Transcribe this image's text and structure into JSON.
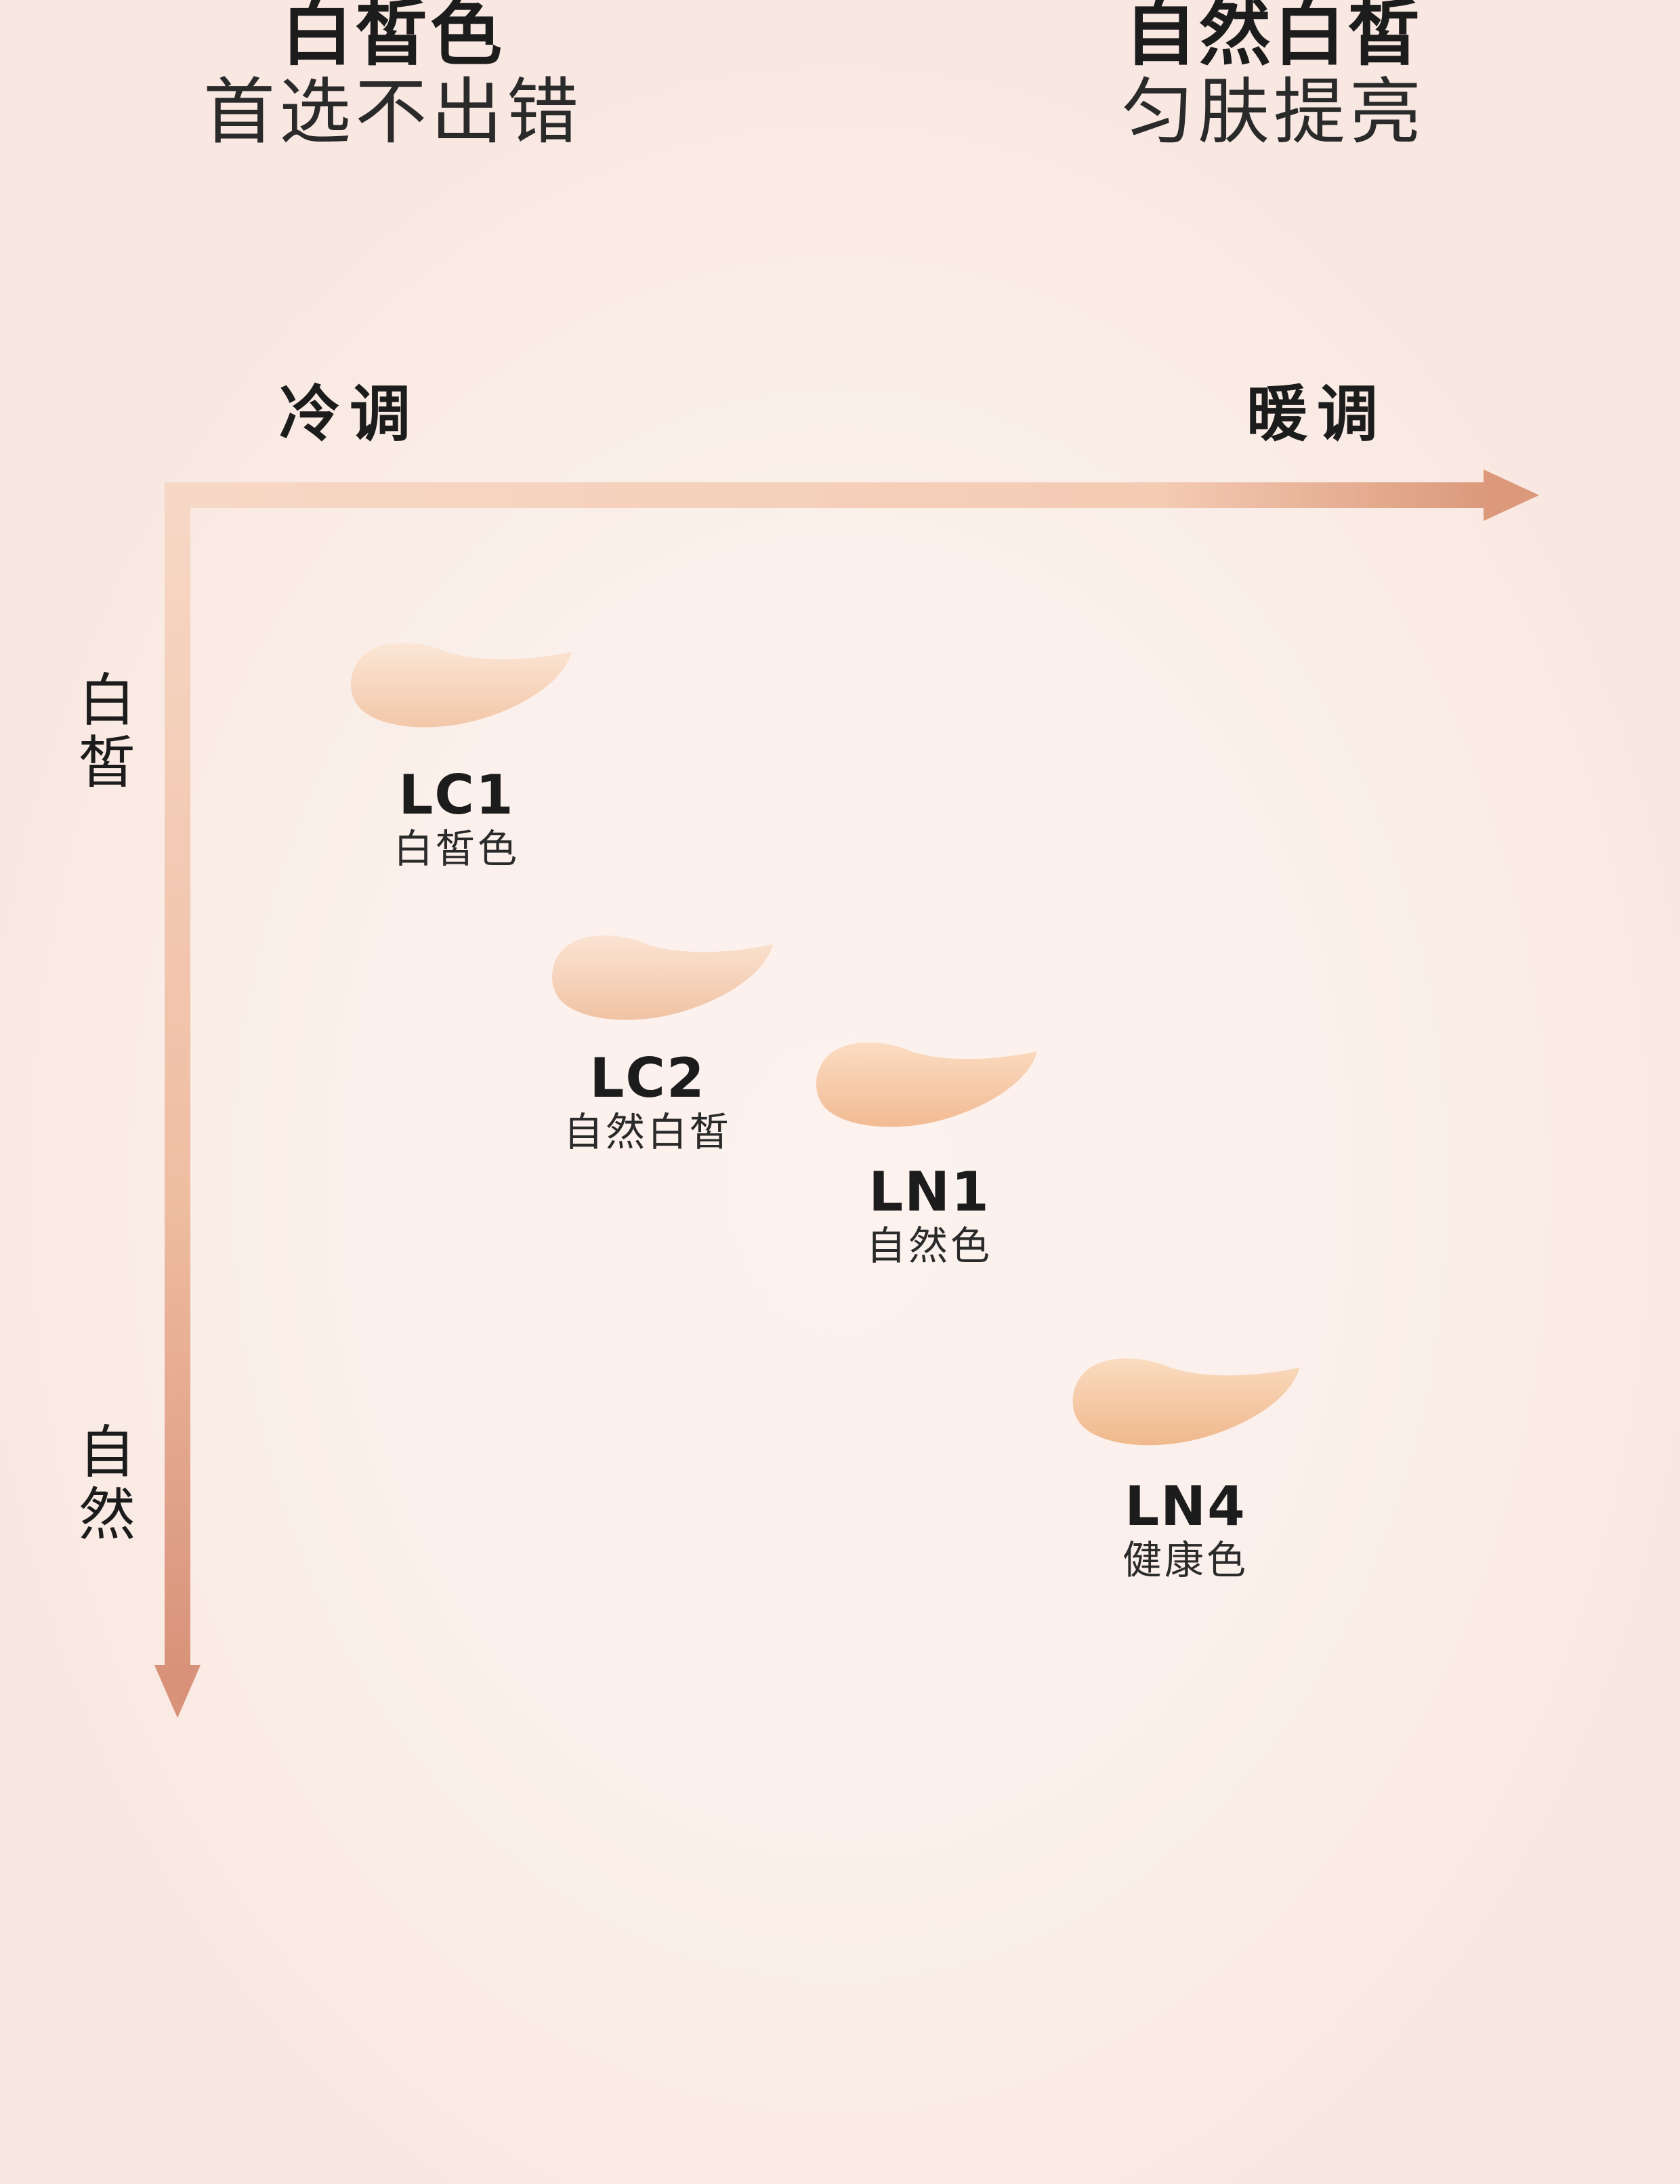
{
  "headlines": {
    "left": {
      "title": "白皙色",
      "subtitle": "首选不出错"
    },
    "right": {
      "title": "自然白皙",
      "subtitle": "匀肤提亮"
    }
  },
  "axes": {
    "horizontal": {
      "start_label": "冷调",
      "end_label": "暖调"
    },
    "vertical": {
      "start_label": "白皙",
      "end_label": "自然"
    }
  },
  "shades": [
    {
      "code": "LC1",
      "name": "白皙色",
      "color_light": "#fbe6d6",
      "color_dark": "#f3c7a8"
    },
    {
      "code": "LC2",
      "name": "自然白皙",
      "color_light": "#fbe3d2",
      "color_dark": "#f0c3a4"
    },
    {
      "code": "LN1",
      "name": "自然色",
      "color_light": "#fbdcc2",
      "color_dark": "#f2bb93"
    },
    {
      "code": "LN4",
      "name": "健康色",
      "color_light": "#fadcc0",
      "color_dark": "#f0b88c"
    }
  ],
  "colors": {
    "axis_start": "#f6d5c1",
    "axis_end": "#dd9a7c"
  }
}
